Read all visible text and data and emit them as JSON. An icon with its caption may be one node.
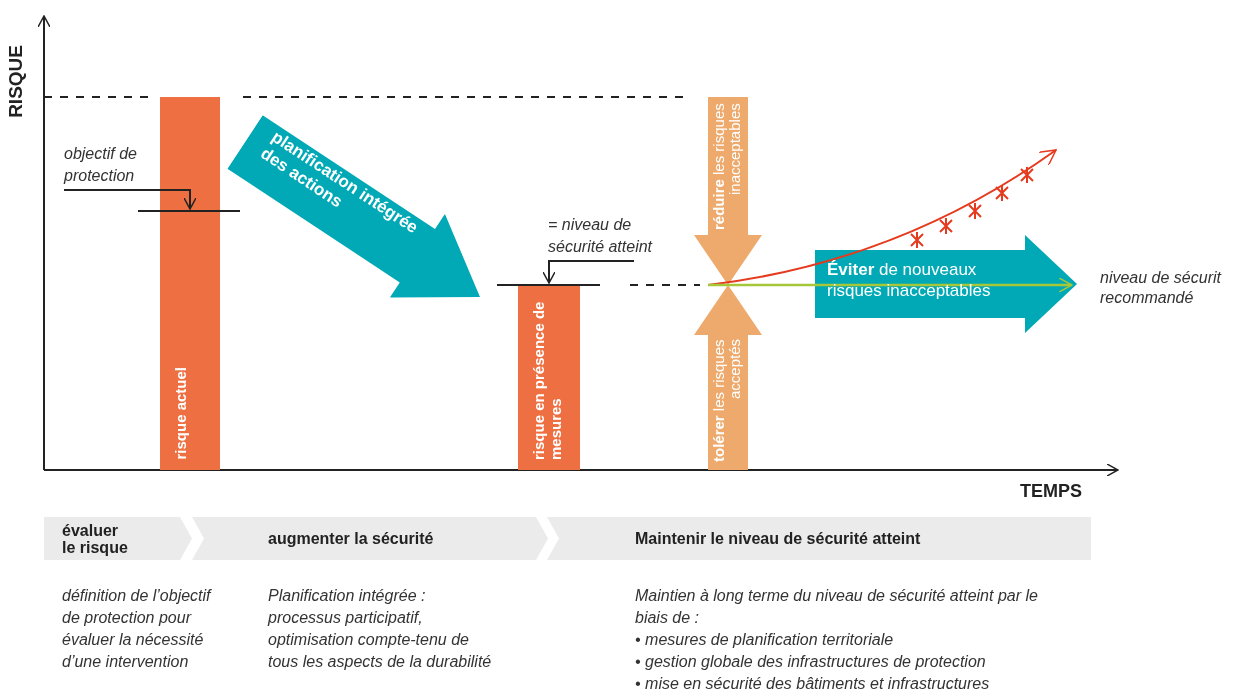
{
  "diagram": {
    "nodes": [
      {
        "text": [
          "risque actuel"
        ]
      },
      {
        "text": [
          "risque en présence de mesures"
        ]
      },
      {
        "text": [
          "**réduire** les risques inacceptables"
        ]
      },
      {
        "text": [
          "**tolérer** les risques acceptés"
        ]
      },
      {
        "text": [
          "**Éviter** de nouveaux risques inacceptables"
        ]
      },
      {
        "text": [
          "objectif de protection"
        ]
      },
      {
        "text": [
          "= niveau de sécurité atteint"
        ]
      },
      {
        "text": [
          "évaluer le risque"
        ],
        "beside": [
          "définition de l’objectif de protection pour évaluer la nécessité d’une intervention"
        ]
      },
      {
        "text": [
          "augmenter la sécurité"
        ],
        "beside": [
          "Planification intégrée : processus participatif, optimisation compte-tenu de tous les aspects de la durabilité"
        ]
      },
      {
        "text": [
          "Maintenir le niveau de sécurité atteint"
        ],
        "beside": [
          "Maintien à long terme du niveau de sécurité atteint par le biais de :",
          "• mesures de planification territoriale",
          "• gestion globale des infrastructures de protection",
          "• mise en sécurité des bâtiments et infrastructures"
        ]
      }
    ],
    "edges": [
      {
        "from": 0,
        "to": 1,
        "arrow": "to",
        "label": "planification intégrée des actions",
        "style": "thick",
        "color": "#00a9b5"
      },
      {
        "from": 5,
        "to": 0,
        "arrow": "to"
      },
      {
        "from": 6,
        "to": 1,
        "arrow": "to"
      }
    ],
    "labels": [
      "RISQUE",
      "niveau de sécurit recommandé",
      "TEMPS"
    ]
  }
}
